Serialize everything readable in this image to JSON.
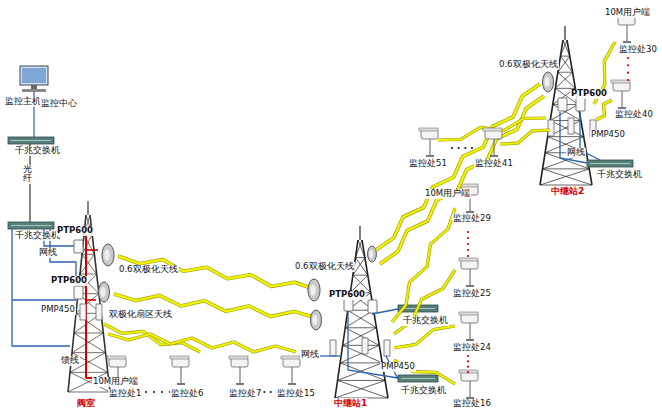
{
  "diagram": {
    "labels": [
      "监控主机",
      "监控中心",
      "千兆交换机",
      "光纤",
      "千兆交换机",
      "网线",
      "PTP600",
      "0.6双极化天线",
      "PTP600",
      "PMP450",
      "双极化扇区天线",
      "馈线",
      "阀室",
      "10M用户端",
      "监控处1",
      "监控处6",
      "监控处7",
      "监控处15",
      "中继站1",
      "网线",
      "0.6双极化天线",
      "PTP600",
      "千兆交换机",
      "PMP450",
      "千兆交换机",
      "10M用户端",
      "监控处29",
      "监控处25",
      "监控处24",
      "监控处16",
      "0.6双极化天线",
      "PTP600",
      "PMP450",
      "网线",
      "千兆交换机",
      "中继站2",
      "10M用户端",
      "监控处30",
      "监控处40",
      "监控处51",
      "监控处41"
    ]
  }
}
